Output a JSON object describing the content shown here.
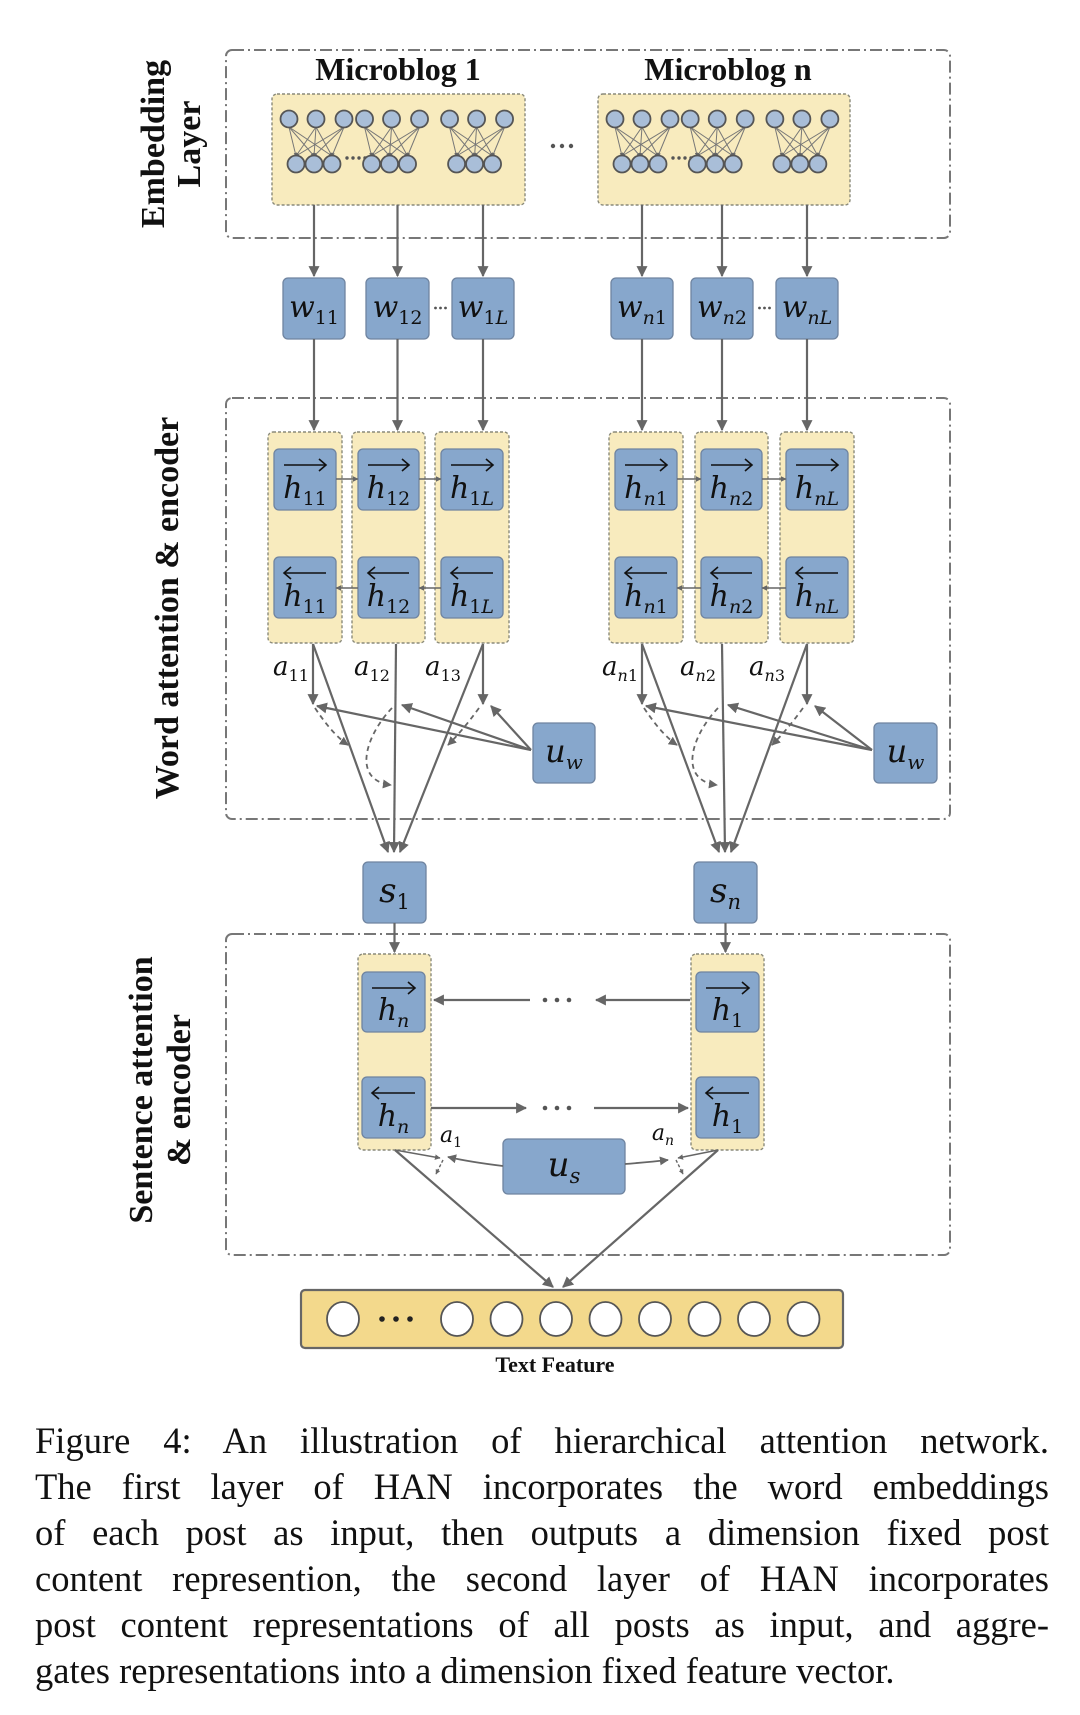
{
  "figure": {
    "side_labels": {
      "embedding": [
        "Embedding",
        "Layer"
      ],
      "word": [
        "Word attention & encoder"
      ],
      "sentence": [
        "Sentence attention",
        "& encoder"
      ]
    },
    "microblogs": [
      {
        "title": "Microblog 1",
        "words": [
          {
            "base": "w",
            "sub": "11"
          },
          {
            "base": "w",
            "sub": "12"
          },
          {
            "base": "w",
            "sub": "1L"
          }
        ],
        "forward": [
          {
            "base": "h",
            "sub": "11"
          },
          {
            "base": "h",
            "sub": "12"
          },
          {
            "base": "h",
            "sub": "1L"
          }
        ],
        "backward": [
          {
            "base": "h",
            "sub": "11"
          },
          {
            "base": "h",
            "sub": "12"
          },
          {
            "base": "h",
            "sub": "1L"
          }
        ],
        "attention": [
          {
            "base": "a",
            "sub": "11"
          },
          {
            "base": "a",
            "sub": "12"
          },
          {
            "base": "a",
            "sub": "13"
          }
        ],
        "context": {
          "base": "u",
          "sub": "w"
        },
        "sentence": {
          "base": "s",
          "sub": "1"
        }
      },
      {
        "title": "Microblog n",
        "words": [
          {
            "base": "w",
            "sub": "n1"
          },
          {
            "base": "w",
            "sub": "n2"
          },
          {
            "base": "w",
            "sub": "nL"
          }
        ],
        "forward": [
          {
            "base": "h",
            "sub": "n1"
          },
          {
            "base": "h",
            "sub": "n2"
          },
          {
            "base": "h",
            "sub": "nL"
          }
        ],
        "backward": [
          {
            "base": "h",
            "sub": "n1"
          },
          {
            "base": "h",
            "sub": "n2"
          },
          {
            "base": "h",
            "sub": "nL"
          }
        ],
        "attention": [
          {
            "base": "a",
            "sub": "n1"
          },
          {
            "base": "a",
            "sub": "n2"
          },
          {
            "base": "a",
            "sub": "n3"
          }
        ],
        "context": {
          "base": "u",
          "sub": "w"
        },
        "sentence": {
          "base": "s",
          "sub": "n"
        }
      }
    ],
    "between_ellipsis": "...",
    "sentence_layer": {
      "left_forward": {
        "base": "h",
        "sub": "n"
      },
      "left_backward": {
        "base": "h",
        "sub": "n"
      },
      "right_forward": {
        "base": "h",
        "sub": "1"
      },
      "right_backward": {
        "base": "h",
        "sub": "1"
      },
      "attention_left": {
        "base": "a",
        "sub": "1"
      },
      "attention_right": {
        "base": "a",
        "sub": "n"
      },
      "context": {
        "base": "u",
        "sub": "s"
      }
    },
    "output": {
      "label": "Text Feature",
      "node_count": 9
    },
    "colors": {
      "node_blue": "#87a7cc",
      "node_border": "#6f84a0",
      "yellow": "#f8ebbe",
      "feature_yellow": "#f3d98c",
      "circle_blue": "#a9bed8",
      "line": "#666666"
    }
  },
  "caption": {
    "lines": [
      "Figure 4: An illustration of hierarchical attention network.",
      "The first layer of HAN incorporates the word embeddings",
      "of each post as input, then outputs a dimension fixed post",
      "content represention, the second layer of HAN incorporates",
      "post content representations of all posts as input, and aggre-",
      "gates representations into a dimension fixed feature vector."
    ]
  }
}
